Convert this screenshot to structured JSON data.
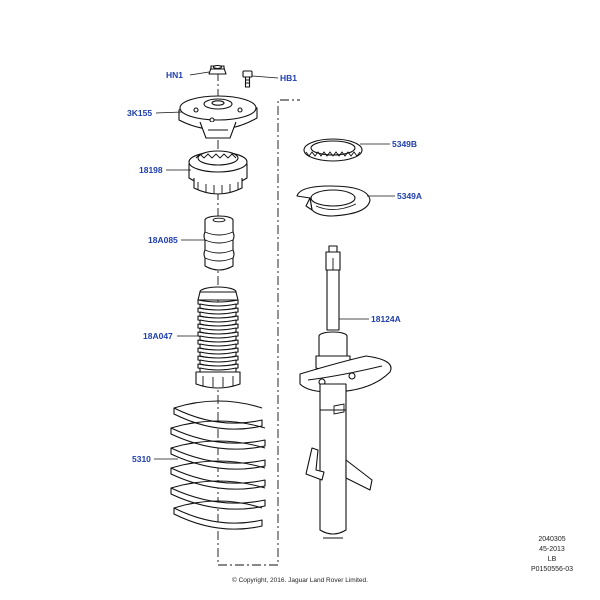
{
  "parts": [
    {
      "id": "nut",
      "label": "HN1"
    },
    {
      "id": "bolt",
      "label": "HB1"
    },
    {
      "id": "top-mount",
      "label": "3K155"
    },
    {
      "id": "bearing",
      "label": "18198"
    },
    {
      "id": "bump-stop",
      "label": "18A085"
    },
    {
      "id": "dust-boot",
      "label": "18A047"
    },
    {
      "id": "coil-spring",
      "label": "5310"
    },
    {
      "id": "upper-insulator",
      "label": "5349B"
    },
    {
      "id": "lower-seat",
      "label": "5349A"
    },
    {
      "id": "strut",
      "label": "18124A"
    }
  ],
  "reference": {
    "line1": "2040305",
    "line2": "45-2013",
    "line3": "LB",
    "line4": "P0150556-03"
  },
  "copyright": "© Copyright, 2016. Jaguar Land Rover Limited.",
  "colors": {
    "callout": "#1f3fae",
    "line": "#111111"
  }
}
